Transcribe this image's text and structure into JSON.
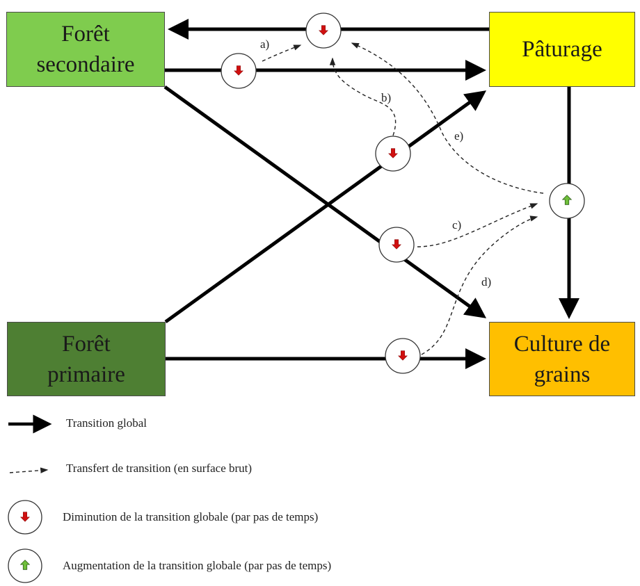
{
  "nodes": {
    "foret_secondaire": {
      "label": "Forêt\nsecondaire",
      "fill": "#7fcc4e"
    },
    "paturage": {
      "label": "Pâturage",
      "fill": "#ffff00"
    },
    "foret_primaire": {
      "label": "Forêt\nprimaire",
      "fill": "#4e7f33"
    },
    "culture_de_grains": {
      "label": "Culture de\ngrains",
      "fill": "#ffbf00"
    }
  },
  "transfer_labels": {
    "a": "a)",
    "b": "b)",
    "c": "c)",
    "d": "d)",
    "e": "e)"
  },
  "legend": {
    "global_transition": "Transition global",
    "transfer": "Transfert de transition (en surface brut)",
    "decrease": "Diminution de la transition globale (par pas de temps)",
    "increase": "Augmentation de la transition globale (par pas de temps)"
  },
  "colors": {
    "arrow": "#000000",
    "decrease_arrow": "#d01010",
    "increase_arrow": "#6fbf3a"
  },
  "icons": {
    "decrease": "down-arrow-icon",
    "increase": "up-arrow-icon"
  }
}
